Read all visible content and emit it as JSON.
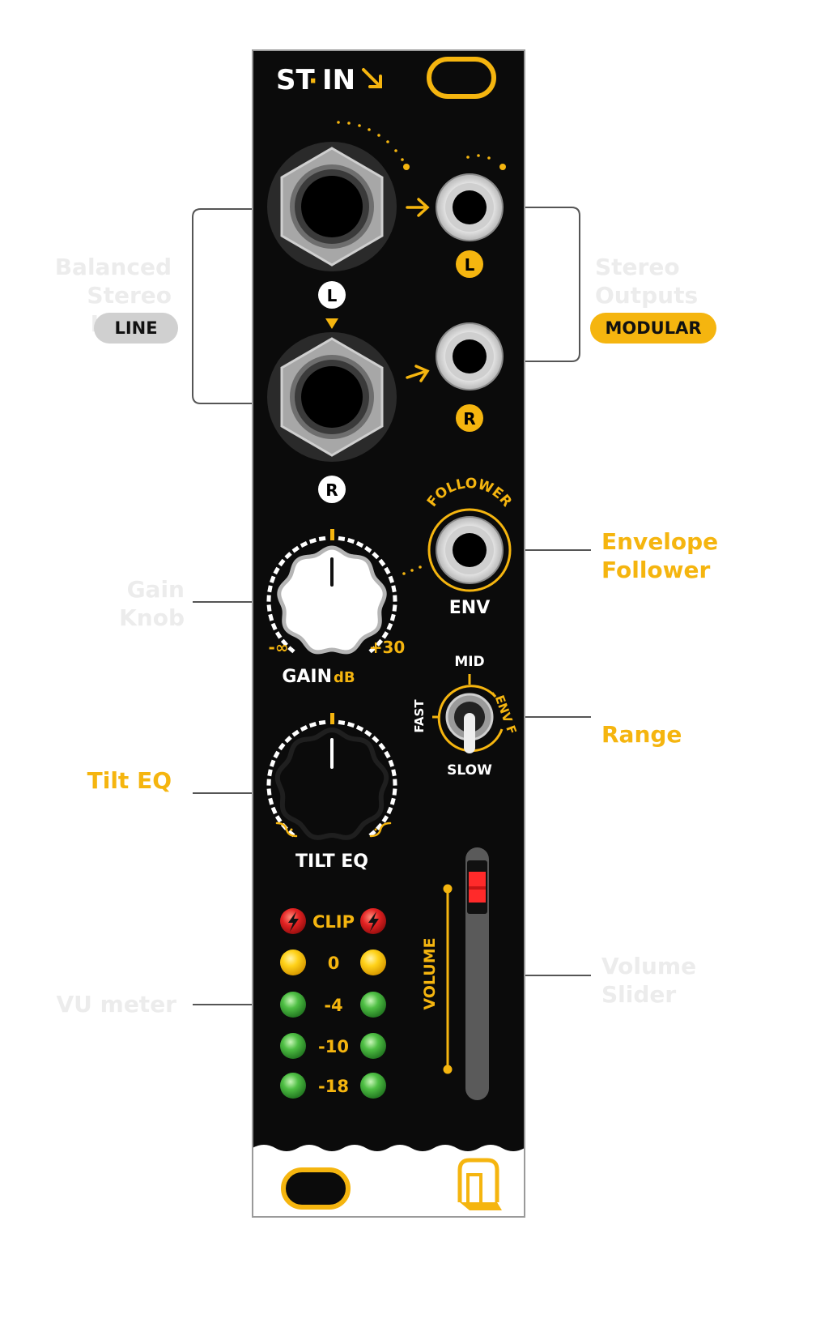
{
  "module": {
    "name_left": "ST",
    "name_dot": "·",
    "name_right": "IN",
    "input_left_label": "L",
    "input_right_label": "R",
    "output_left_label": "L",
    "output_right_label": "R",
    "follower_arc_label": "FOLLOWER",
    "env_label": "ENV",
    "gain_min": "-∞",
    "gain_max": "+30",
    "gain_label": "GAIN",
    "gain_unit": "dB",
    "range_fast": "FAST",
    "range_mid": "MID",
    "range_env": "ENV F",
    "range_slow": "SLOW",
    "tilt_label": "TILT EQ",
    "vu_clip": "CLIP",
    "vu_levels": [
      "0",
      "-4",
      "-10",
      "-18"
    ],
    "volume_label": "VOLUME"
  },
  "annotations": {
    "balanced_inputs": [
      "Balanced",
      "Stereo Inputs"
    ],
    "line_pill": "LINE",
    "stereo_outputs": [
      "Stereo",
      "Outputs"
    ],
    "modular_pill": "MODULAR",
    "envelope_follower": [
      "Envelope",
      "Follower"
    ],
    "gain_knob": [
      "Gain",
      "Knob"
    ],
    "range": "Range",
    "tilt_eq": "Tilt EQ",
    "vu_meter": "VU meter",
    "volume_slider": [
      "Volume",
      "Slider"
    ]
  },
  "colors": {
    "panel": "#0b0b0b",
    "accent_yellow": "#f5b50f",
    "led_red": "#e32222",
    "led_green": "#3fae3a",
    "led_yellow": "#ffd21a",
    "ghost_text": "#ececec",
    "line_pill": "#d0d0d0"
  },
  "icons": [
    "arrow-down-right-icon",
    "lightning-icon",
    "logo-icon",
    "arrow-right-icon"
  ]
}
